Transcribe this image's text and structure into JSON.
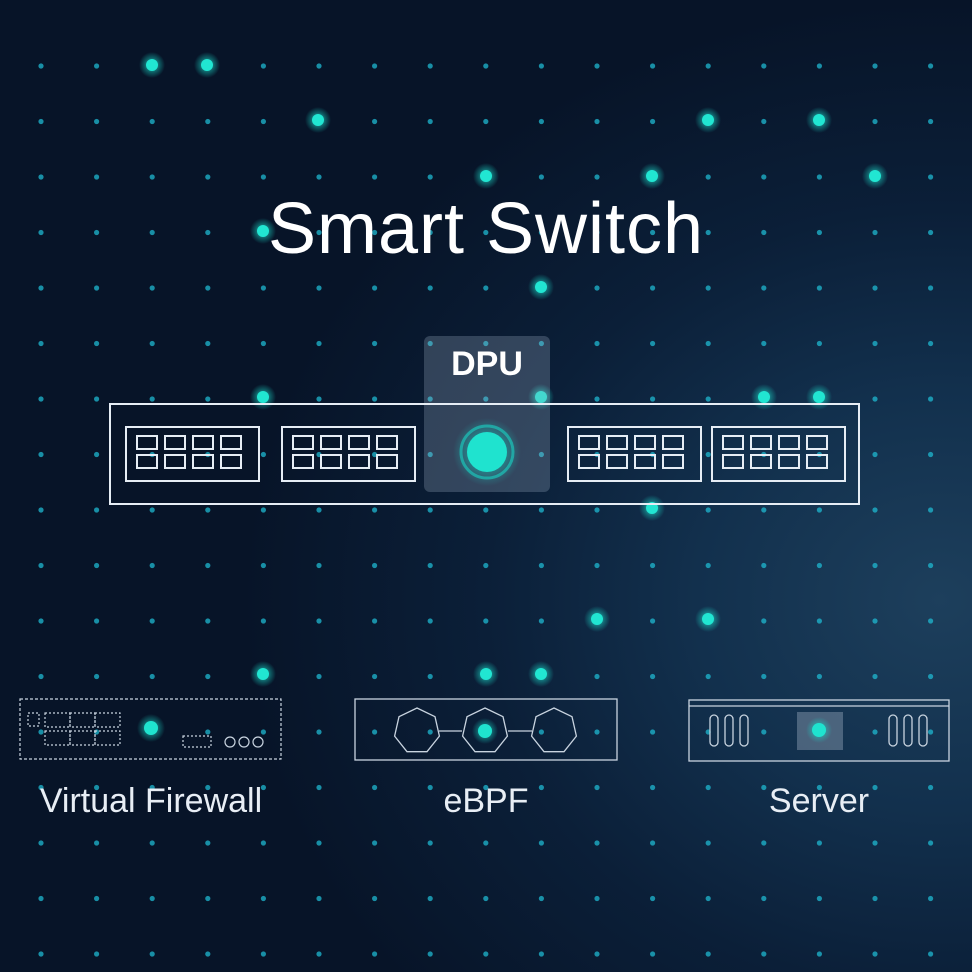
{
  "title": "Smart Switch",
  "dpu_label": "DPU",
  "devices": [
    {
      "label": "Virtual Firewall",
      "icon": "firewall-appliance-icon"
    },
    {
      "label": "eBPF",
      "icon": "ebpf-pipeline-icon"
    },
    {
      "label": "Server",
      "icon": "server-chassis-icon"
    }
  ],
  "colors": {
    "accent": "#19d3c5",
    "dot": "#1fb8d0",
    "background_dark": "#071428",
    "background_light": "#1d3f5c",
    "outline": "#e6edf5"
  }
}
